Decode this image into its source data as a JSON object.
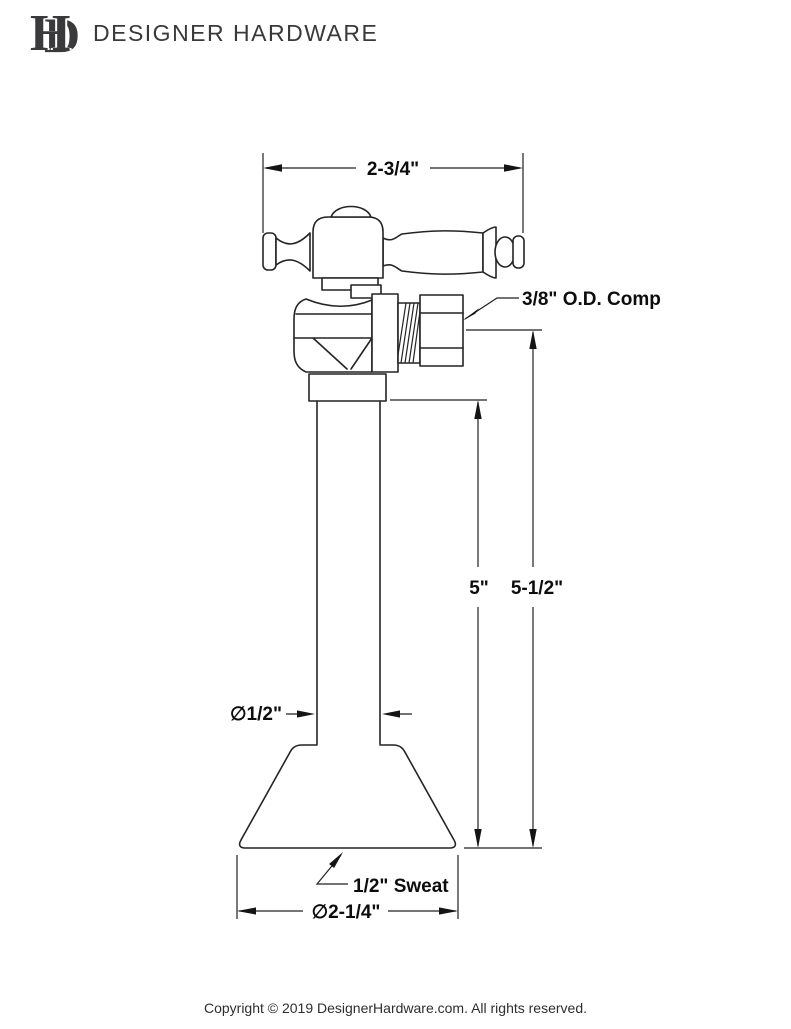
{
  "header": {
    "brand": "DESIGNER HARDWARE",
    "monogram": {
      "letter_d": "D",
      "letter_h": "H"
    }
  },
  "drawing": {
    "labels": {
      "handle_width": "2-3/4\"",
      "outlet_type": "3/8\" O.D. Comp",
      "height_to_shoulder": "5\"",
      "overall_height": "5-1/2\"",
      "pipe_diameter": "∅1/2\"",
      "inlet_type": "1/2\" Sweat",
      "flange_diameter": "∅2-1/4\""
    }
  },
  "footer": {
    "copyright": "Copyright © 2019 DesignerHardware.com. All rights reserved."
  }
}
